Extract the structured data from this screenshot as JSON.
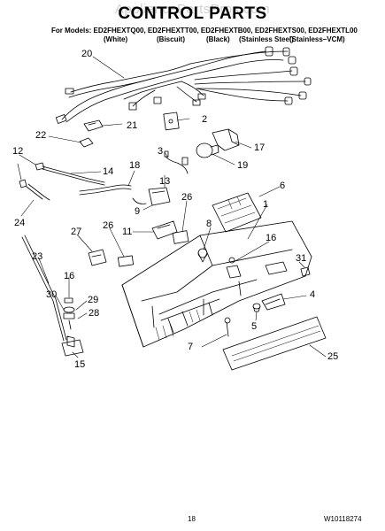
{
  "watermark": "AppliancePartsPros.com",
  "header": {
    "title": "CONTROL PARTS",
    "models": "For Models: ED2FHEXTQ00, ED2FHEXTT00, ED2FHEXTB00, ED2FHEXTS00, ED2FHEXTL00",
    "colors": [
      "(White)",
      "(Biscuit)",
      "(Black)",
      "(Stainless Steel)",
      "(Stainless–VCM)"
    ]
  },
  "callouts": [
    "20",
    "2",
    "21",
    "22",
    "3",
    "17",
    "12",
    "14",
    "18",
    "19",
    "13",
    "6",
    "9",
    "26",
    "1",
    "24",
    "27",
    "26",
    "11",
    "8",
    "16",
    "23",
    "31",
    "16",
    "30",
    "29",
    "28",
    "4",
    "5",
    "7",
    "15",
    "25"
  ],
  "footer": {
    "page_number": "18",
    "doc_number": "W10118274"
  }
}
